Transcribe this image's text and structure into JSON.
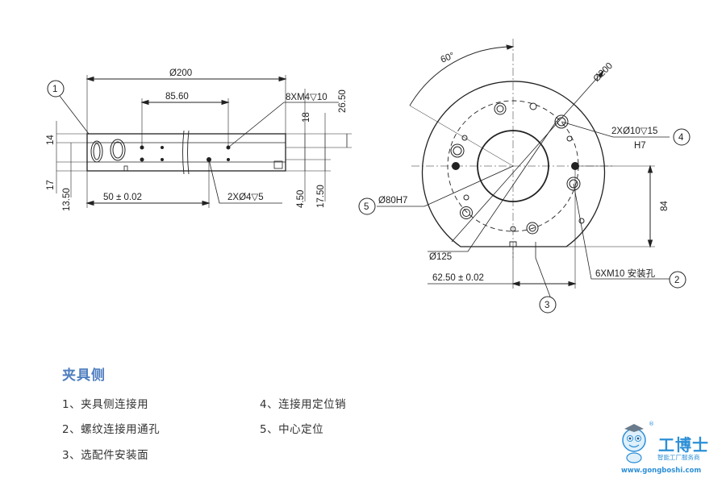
{
  "drawing": {
    "side_view": {
      "dia_200": "Ø200",
      "dim_85_60": "85.60",
      "thread_8xm4": "8XM4▽10",
      "dim_26_50": "26.50",
      "dim_18": "18",
      "dim_14": "14",
      "dim_17": "17",
      "dim_13_50": "13.50",
      "dim_50": "50 ± 0.02",
      "hole_2x4": "2XØ4▽5",
      "dim_4_50": "4.50",
      "dim_17_50": "17.50",
      "callout_1": "1"
    },
    "front_view": {
      "angle_60": "60°",
      "dia_200": "Ø200",
      "hole_2x10": "2XØ10▽15",
      "tol_h7": "H7",
      "callout_4": "4",
      "callout_5": "5",
      "bore": "Ø80H7",
      "dim_84": "84",
      "dia_125": "Ø125",
      "dim_62_50": "62.50 ± 0.02",
      "thread_6xm10": "6XM10 安装孔",
      "callout_2": "2",
      "callout_3": "3"
    }
  },
  "legend": {
    "title": "夹具侧",
    "items": [
      "1、夹具侧连接用",
      "2、螺纹连接用通孔",
      "3、选配件安装面",
      "4、连接用定位销",
      "5、中心定位"
    ]
  },
  "logo": {
    "name": "工博士",
    "tagline": "智能工厂服务商",
    "url": "www.gongboshi.com",
    "mark": "®"
  }
}
